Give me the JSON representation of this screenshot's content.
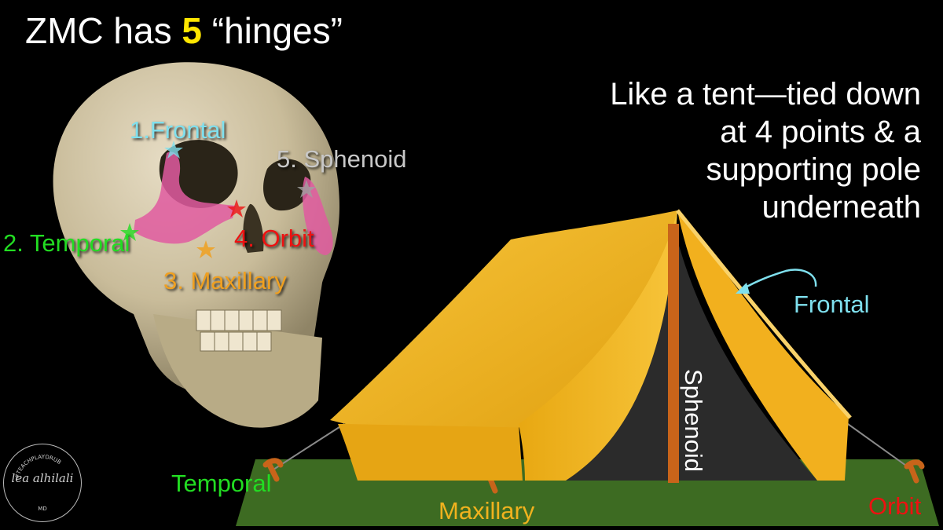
{
  "title": {
    "prefix": "ZMC has ",
    "number": "5",
    "suffix": " “hinges”"
  },
  "caption": {
    "lines": [
      "Like a tent—tied down",
      "at 4 points & a",
      "supporting pole",
      "underneath"
    ]
  },
  "skull_labels": {
    "frontal": "1.Frontal",
    "temporal": "2. Temporal",
    "maxillary": "3. Maxillary",
    "orbit": "4. Orbit",
    "sphenoid": "5. Sphenoid"
  },
  "tent_labels": {
    "frontal": "Frontal",
    "sphenoid": "Sphenoid",
    "temporal": "Temporal",
    "maxillary": "Maxillary",
    "orbit": "Orbit"
  },
  "logo": {
    "name": "lea alhilali",
    "ring_text": "#TEACHPLAYDRUB",
    "suffix": "MD"
  },
  "colors": {
    "frontal": "#7fe0ee",
    "temporal": "#22dd22",
    "maxillary": "#f0a020",
    "orbit": "#ee1111",
    "sphenoid": "#c8c8c8",
    "number_highlight": "#ffe600",
    "tent": "#f2b01e",
    "ground": "#3d6b22"
  }
}
